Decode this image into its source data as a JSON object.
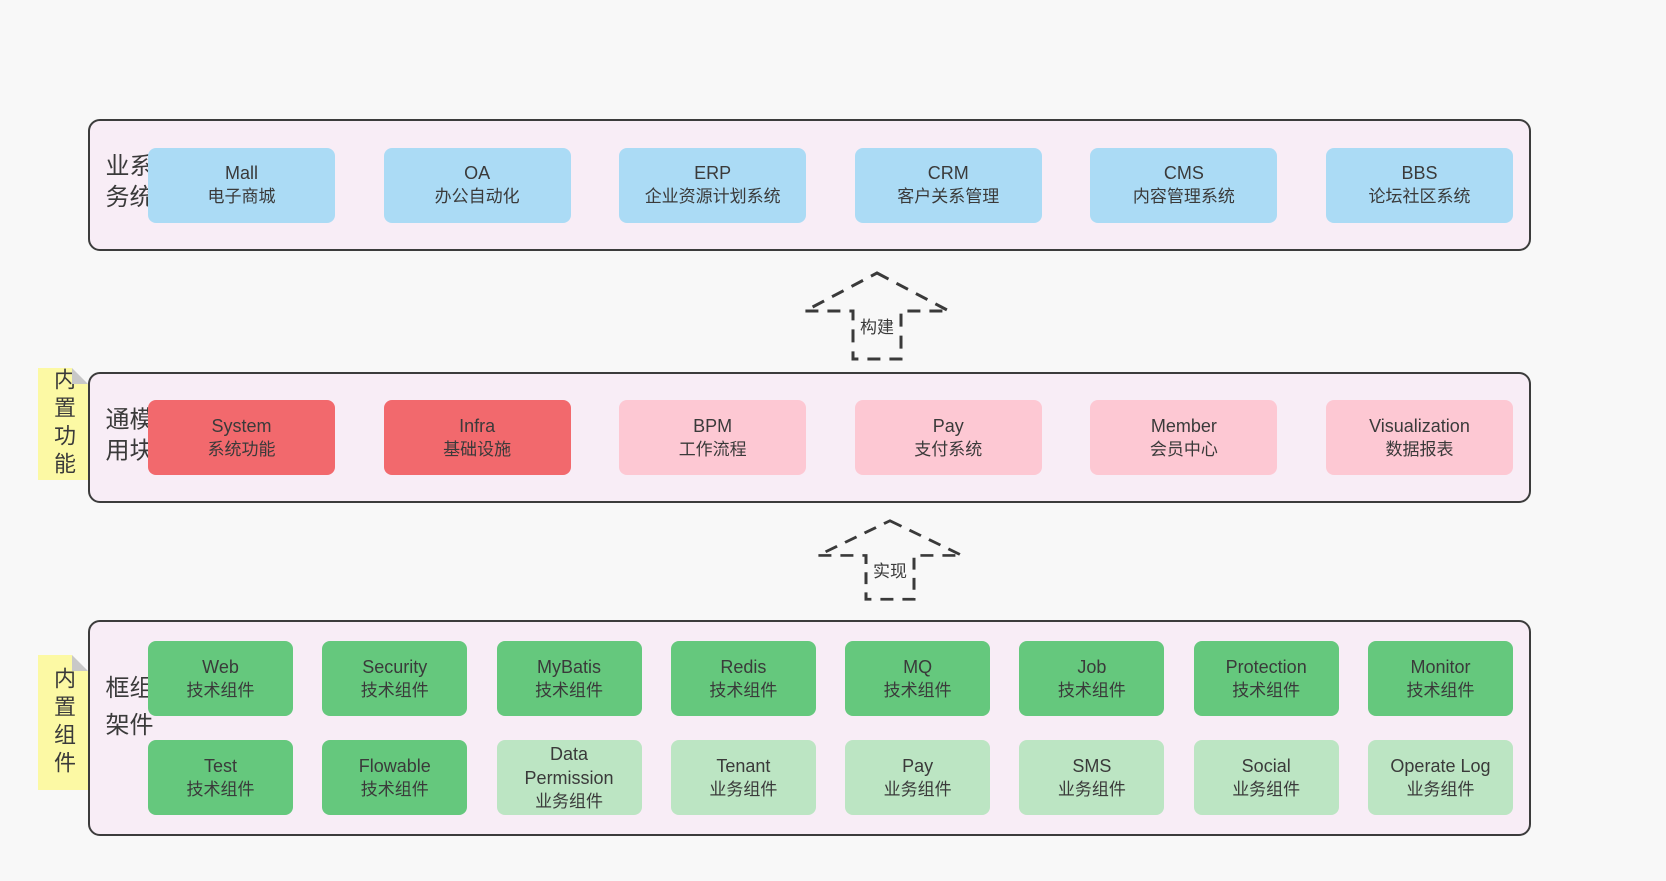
{
  "palette": {
    "page_bg": "#f8f8f8",
    "band_fill": "#f8edf6",
    "band_border": "#3c3c3c",
    "blue_box": "#abdbf5",
    "red_box": "#f2696d",
    "pink_box": "#fdc8d3",
    "green_dark_box": "#65c87d",
    "green_light_box": "#bce5c3",
    "note_yellow": "#fcf9a4",
    "note_fold_gray": "#c8c8c8",
    "arrow_stroke": "#3a3a3a",
    "text": "#3a3a3a"
  },
  "arrows": [
    {
      "label": "构建"
    },
    {
      "label": "实现"
    }
  ],
  "bands": [
    {
      "label": "业务系统",
      "rows": [
        [
          {
            "title": "Mall",
            "subtitle": "电子商城"
          },
          {
            "title": "OA",
            "subtitle": "办公自动化"
          },
          {
            "title": "ERP",
            "subtitle": "企业资源计划系统"
          },
          {
            "title": "CRM",
            "subtitle": "客户关系管理"
          },
          {
            "title": "CMS",
            "subtitle": "内容管理系统"
          },
          {
            "title": "BBS",
            "subtitle": "论坛社区系统"
          }
        ]
      ]
    },
    {
      "label": "通用模块",
      "note": "内置功能",
      "rows": [
        [
          {
            "title": "System",
            "subtitle": "系统功能"
          },
          {
            "title": "Infra",
            "subtitle": "基础设施"
          },
          {
            "title": "BPM",
            "subtitle": "工作流程"
          },
          {
            "title": "Pay",
            "subtitle": "支付系统"
          },
          {
            "title": "Member",
            "subtitle": "会员中心"
          },
          {
            "title": "Visualization",
            "subtitle": "数据报表"
          }
        ]
      ]
    },
    {
      "label": "框架组件",
      "note": "内置组件",
      "rows": [
        [
          {
            "title": "Web",
            "subtitle": "技术组件"
          },
          {
            "title": "Security",
            "subtitle": "技术组件"
          },
          {
            "title": "MyBatis",
            "subtitle": "技术组件"
          },
          {
            "title": "Redis",
            "subtitle": "技术组件"
          },
          {
            "title": "MQ",
            "subtitle": "技术组件"
          },
          {
            "title": "Job",
            "subtitle": "技术组件"
          },
          {
            "title": "Protection",
            "subtitle": "技术组件"
          },
          {
            "title": "Monitor",
            "subtitle": "技术组件"
          }
        ],
        [
          {
            "title": "Test",
            "subtitle": "技术组件"
          },
          {
            "title": "Flowable",
            "subtitle": "技术组件"
          },
          {
            "title": "Data Permission",
            "subtitle": "业务组件"
          },
          {
            "title": "Tenant",
            "subtitle": "业务组件"
          },
          {
            "title": "Pay",
            "subtitle": "业务组件"
          },
          {
            "title": "SMS",
            "subtitle": "业务组件"
          },
          {
            "title": "Social",
            "subtitle": "业务组件"
          },
          {
            "title": "Operate Log",
            "subtitle": "业务组件"
          }
        ]
      ]
    }
  ]
}
